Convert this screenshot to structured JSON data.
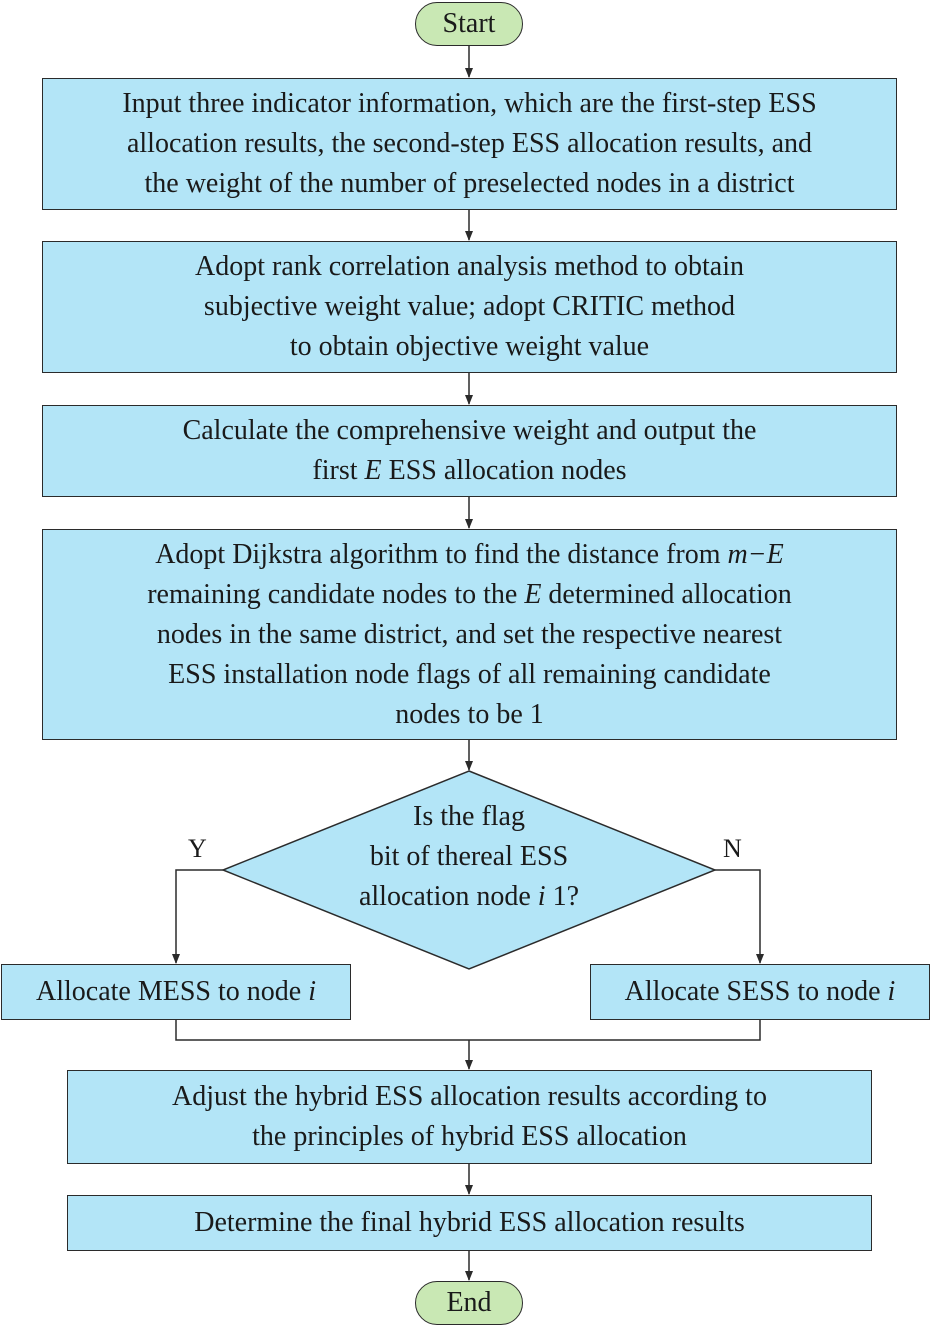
{
  "start": "Start",
  "end": "End",
  "step1": {
    "l1": "Input three indicator information, which are the first-step ESS",
    "l2": "allocation results, the second-step ESS allocation results, and",
    "l3": "the weight of the number of preselected nodes in a district"
  },
  "step2": {
    "l1": "Adopt rank correlation analysis method to obtain",
    "l2": "subjective weight value; adopt CRITIC method",
    "l3": "to obtain objective weight value"
  },
  "step3": {
    "l1": "Calculate the comprehensive weight and output the",
    "l2a": "first ",
    "l2var": "E",
    "l2b": " ESS allocation nodes"
  },
  "step4": {
    "l1a": "Adopt Dijkstra algorithm to find the distance from ",
    "l1var": "m−E",
    "l2a": "remaining candidate nodes to the ",
    "l2var": "E",
    "l2b": " determined allocation",
    "l3": "nodes in the same district, and set the respective nearest",
    "l4": "ESS installation node flags of all remaining candidate",
    "l5": "nodes to be 1"
  },
  "decision": {
    "l1": "Is the flag",
    "l2": "bit of thereal ESS",
    "l3a": "allocation node ",
    "l3var": "i",
    "l3b": " 1?",
    "yes": "Y",
    "no": "N"
  },
  "left_branch": {
    "text": "Allocate MESS to node ",
    "var": "i"
  },
  "right_branch": {
    "text": "Allocate SESS to node ",
    "var": "i"
  },
  "step5": {
    "l1": "Adjust the hybrid ESS allocation results according to",
    "l2": "the principles of hybrid ESS allocation"
  },
  "step6": "Determine the final hybrid ESS allocation results",
  "colors": {
    "process_fill": "#b3e5f7",
    "terminal_fill": "#c9e8b4",
    "stroke": "#2b2b2b"
  }
}
